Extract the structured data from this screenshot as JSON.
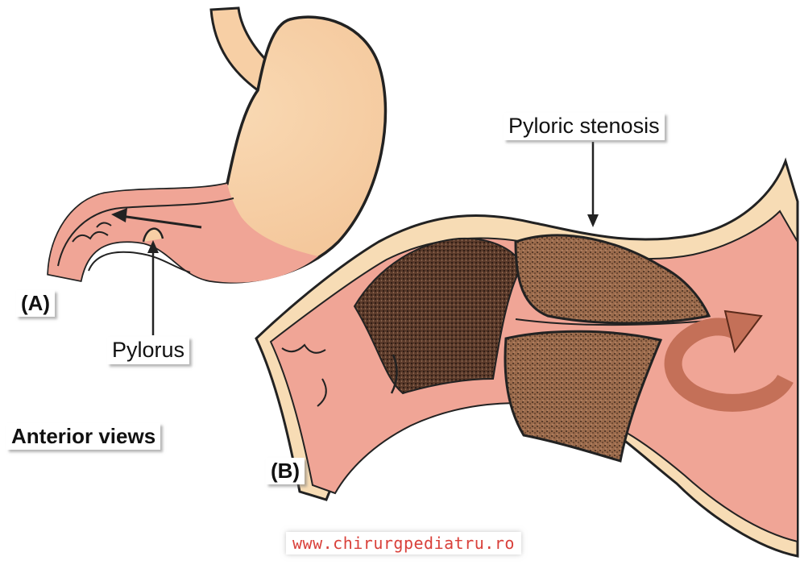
{
  "labels": {
    "panel_a": "(A)",
    "panel_b": "(B)",
    "pylorus": "Pylorus",
    "pyloric_stenosis": "Pyloric stenosis",
    "anterior_views": "Anterior views"
  },
  "watermark": "www.chirurgpediatru.ro",
  "colors": {
    "stomach_body": "#f7cfa5",
    "mucosa_pink": "#f0a596",
    "wall_cream": "#f7dcb5",
    "outline": "#222222",
    "muscle_brown": "#8a5a3f",
    "arrow": "#c47058",
    "watermark": "#d9403a"
  }
}
